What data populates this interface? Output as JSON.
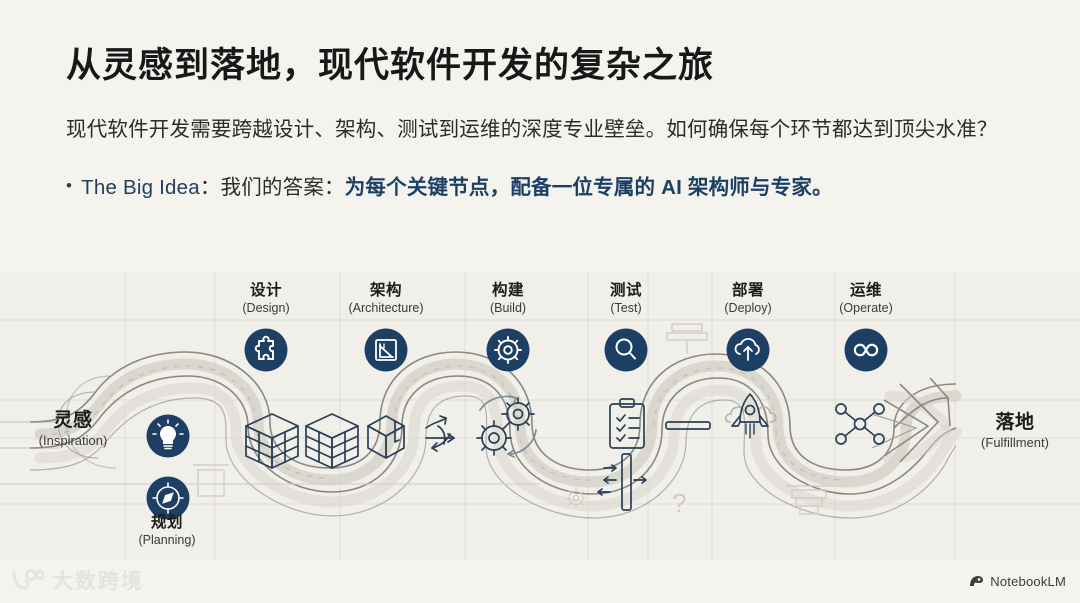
{
  "slide": {
    "title": "从灵感到落地，现代软件开发的复杂之旅",
    "subtitle": "现代软件开发需要跨越设计、架构、测试到运维的深度专业壁垒。如何确保每个环节都达到顶尖水准？",
    "bullet": {
      "dot": "•",
      "label": "The Big Idea",
      "separator": "：",
      "middle": "我们的答案：",
      "emphasis": "为每个关键节点，配备一位专属的 AI 架构师与专家。"
    }
  },
  "diagram": {
    "start": {
      "cn": "灵感",
      "en": "(Inspiration)",
      "icon": "lightbulb-icon"
    },
    "second": {
      "cn": "规划",
      "en": "(Planning)",
      "icon": "compass-icon"
    },
    "end": {
      "cn": "落地",
      "en": "(Fulfillment)",
      "icon": "arrow-right-icon"
    },
    "stages": [
      {
        "cn": "设计",
        "en": "(Design)",
        "icon": "puzzle-piece-icon"
      },
      {
        "cn": "架构",
        "en": "(Architecture)",
        "icon": "blueprint-icon"
      },
      {
        "cn": "构建",
        "en": "(Build)",
        "icon": "gear-icon"
      },
      {
        "cn": "测试",
        "en": "(Test)",
        "icon": "magnifier-icon"
      },
      {
        "cn": "部署",
        "en": "(Deploy)",
        "icon": "cloud-upload-icon"
      },
      {
        "cn": "运维",
        "en": "(Operate)",
        "icon": "infinity-icon"
      }
    ],
    "decor_icons": [
      "brick-wall-icon",
      "brick-wall-icon",
      "package-box-icon",
      "merge-arrows-icon",
      "gears-cycle-icon",
      "clipboard-checklist-icon",
      "divider-bar-icon",
      "rocket-cloud-icon",
      "network-hub-icon",
      "question-mark-icon",
      "faint-gear-icon",
      "brick-stack-icon"
    ]
  },
  "colors": {
    "background": "#f4f3ee",
    "panel": "#f1efe9",
    "node": "#1d3f63",
    "accent": "#24405e",
    "road": "#8f8d86",
    "title": "#181818"
  },
  "footer": {
    "watermark": "大数跨境",
    "brand": "NotebookLM"
  }
}
